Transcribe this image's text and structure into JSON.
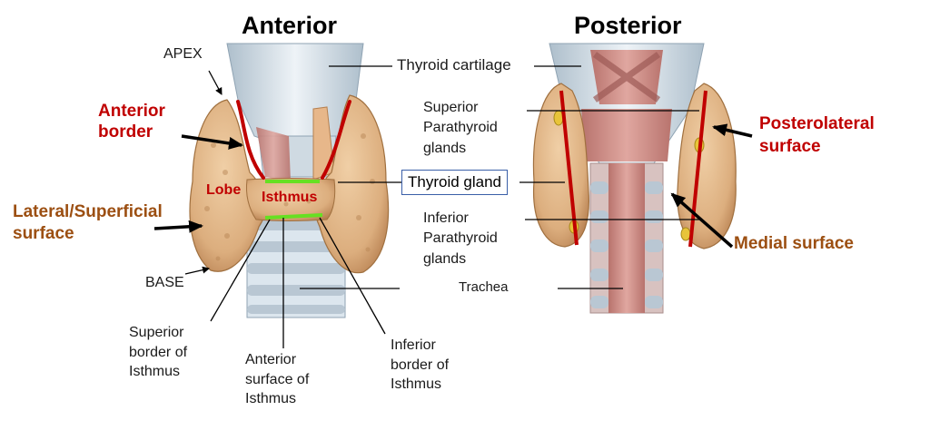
{
  "headings": {
    "anterior": "Anterior",
    "posterior": "Posterior"
  },
  "labels": {
    "apex": "APEX",
    "base": "BASE",
    "thyroid_cartilage": "Thyroid cartilage",
    "anterior_border": "Anterior\nborder",
    "lobe": "Lobe",
    "isthmus": "Isthmus",
    "lateral_superficial_surface": "Lateral/Superficial\nsurface",
    "thyroid_gland": "Thyroid gland",
    "superior_parathyroid_glands": "Superior\nParathyroid\nglands",
    "inferior_parathyroid_glands": "Inferior\nParathyroid\nglands",
    "trachea": "Trachea",
    "superior_border_of_isthmus": "Superior\nborder of\nIsthmus",
    "anterior_surface_of_isthmus": "Anterior\nsurface of\nIsthmus",
    "inferior_border_of_isthmus": "Inferior\nborder of\nIsthmus",
    "posterolateral_surface": "Posterolateral\nsurface",
    "medial_surface": "Medial surface"
  },
  "colors": {
    "gland": "#e2b98c",
    "gland_shadow": "#c08a5a",
    "cartilage": "#d9e4ec",
    "trachea_ring": "#b9c7d3",
    "muscle": "#c98c86",
    "border_line": "#c00000",
    "isthmus_line": "#66e022",
    "red_text": "#c00000",
    "brown_text": "#9c4f12"
  }
}
